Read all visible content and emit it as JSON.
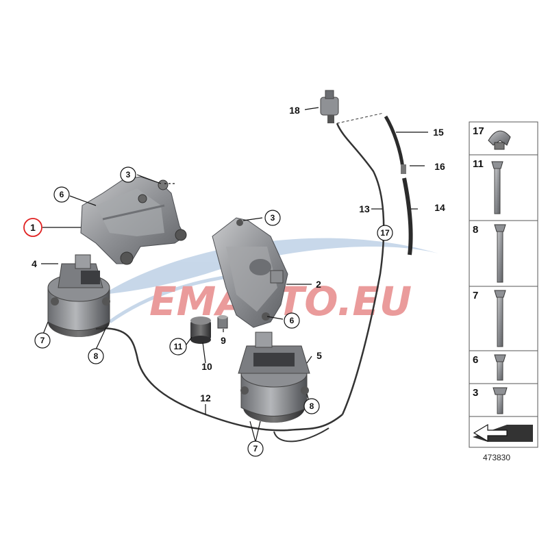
{
  "watermark": {
    "text": "EMAUTO.EU",
    "color": "#d94a4a",
    "swoosh_color": "#9bb8d8"
  },
  "diagram_number": "473830",
  "highlight_color": "#e02020",
  "callouts": {
    "c1": "1",
    "c2": "2",
    "c3a": "3",
    "c3b": "3",
    "c4": "4",
    "c5": "5",
    "c6a": "6",
    "c6b": "6",
    "c7a": "7",
    "c7b": "7",
    "c8a": "8",
    "c8b": "8",
    "c9": "9",
    "c10": "10",
    "c11": "11",
    "c12": "12",
    "c13": "13",
    "c14": "14",
    "c15": "15",
    "c16": "16",
    "c17": "17",
    "c18": "18"
  },
  "side_table": {
    "rows": [
      {
        "label": "17",
        "icon": "clip-icon"
      },
      {
        "label": "11",
        "icon": "long-bolt-icon"
      },
      {
        "label": "8",
        "icon": "long-bolt-icon"
      },
      {
        "label": "7",
        "icon": "long-bolt-icon"
      },
      {
        "label": "6",
        "icon": "short-bolt-icon"
      },
      {
        "label": "3",
        "icon": "short-bolt-icon"
      }
    ]
  }
}
